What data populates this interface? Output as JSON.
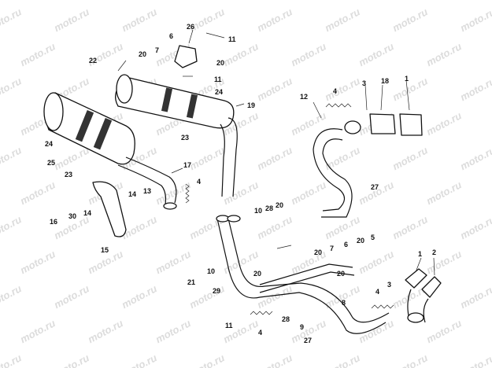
{
  "watermark": "moto.ru",
  "callouts": [
    "26",
    "6",
    "11",
    "7",
    "22",
    "20",
    "20",
    "11",
    "24",
    "19",
    "18",
    "1",
    "4",
    "3",
    "12",
    "23",
    "24",
    "25",
    "23",
    "17",
    "14",
    "13",
    "4",
    "27",
    "16",
    "30",
    "14",
    "15",
    "10",
    "28",
    "20",
    "5",
    "20",
    "6",
    "20",
    "7",
    "20",
    "21",
    "10",
    "20",
    "4",
    "3",
    "8",
    "1",
    "2",
    "29",
    "11",
    "28",
    "4",
    "9",
    "27"
  ]
}
